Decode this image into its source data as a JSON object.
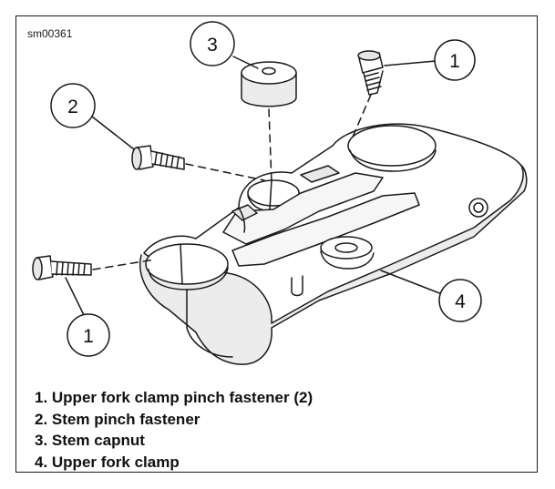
{
  "figure": {
    "reference_code": "sm00361"
  },
  "callouts": [
    {
      "number": "1"
    },
    {
      "number": "2"
    },
    {
      "number": "3"
    },
    {
      "number": "1"
    },
    {
      "number": "4"
    }
  ],
  "legend": [
    {
      "text": "1. Upper fork clamp pinch fastener (2)"
    },
    {
      "text": "2. Stem pinch fastener"
    },
    {
      "text": "3. Stem capnut"
    },
    {
      "text": "4. Upper fork clamp"
    }
  ],
  "colors": {
    "line": "#1a1a1a",
    "part_fill": "#ffffff",
    "part_shade": "#e6e6e6"
  }
}
